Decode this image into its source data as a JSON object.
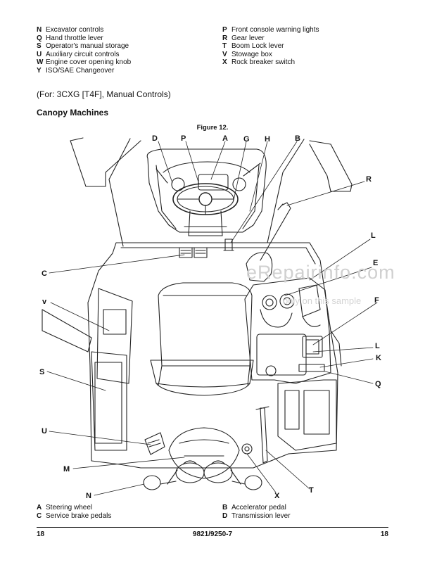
{
  "legend_top_left": [
    {
      "key": "N",
      "text": "Excavator controls"
    },
    {
      "key": "Q",
      "text": "Hand throttle lever"
    },
    {
      "key": "S",
      "text": "Operator's manual storage"
    },
    {
      "key": "U",
      "text": "Auxiliary circuit controls"
    },
    {
      "key": "W",
      "text": "Engine cover opening knob"
    },
    {
      "key": "Y",
      "text": "ISO/SAE Changeover"
    }
  ],
  "legend_top_right": [
    {
      "key": "P",
      "text": "Front console warning lights"
    },
    {
      "key": "R",
      "text": "Gear lever"
    },
    {
      "key": "T",
      "text": "Boom Lock lever"
    },
    {
      "key": "V",
      "text": "Stowage box"
    },
    {
      "key": "X",
      "text": "Rock breaker switch"
    }
  ],
  "variant_note": "(For: 3CXG [T4F], Manual Controls)",
  "section_title": "Canopy Machines",
  "figure_caption": "Figure 12.",
  "callouts": {
    "D": "D",
    "P": "P",
    "A": "A",
    "G": "G",
    "H": "H",
    "B": "B",
    "R": "R",
    "C": "C",
    "L": "L",
    "E": "E",
    "V": "v",
    "F": "F",
    "L2": "L",
    "K": "K",
    "S": "S",
    "Q": "Q",
    "U": "U",
    "M": "M",
    "N": "N",
    "X": "X",
    "T": "T"
  },
  "watermark": "eRepairinfo.com",
  "watermark_sub": "only on this sample",
  "legend_bottom_left": [
    {
      "key": "A",
      "text": "Steering wheel"
    },
    {
      "key": "C",
      "text": "Service brake pedals"
    }
  ],
  "legend_bottom_right": [
    {
      "key": "B",
      "text": "Accelerator pedal"
    },
    {
      "key": "D",
      "text": "Transmission lever"
    }
  ],
  "footer": {
    "left": "18",
    "center": "9821/9250-7",
    "right": "18"
  }
}
